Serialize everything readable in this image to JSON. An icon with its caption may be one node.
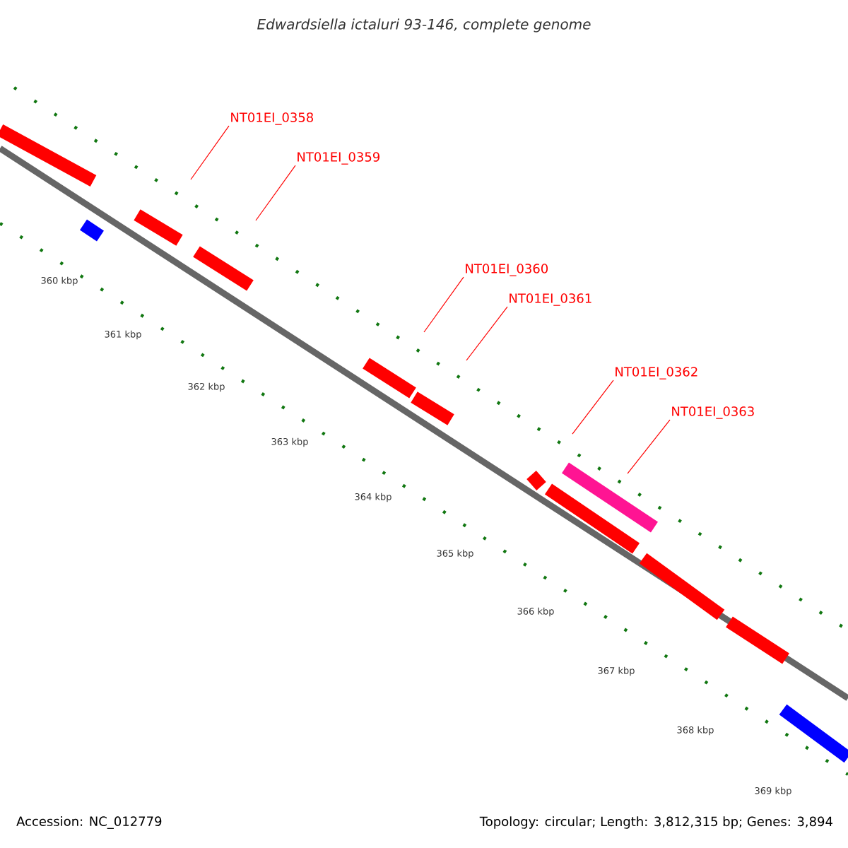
{
  "diagram": {
    "title": "Edwardsiella ictaluri 93-146, complete genome",
    "nodes": [
      {
        "text": [
          "NT01EI_0358"
        ]
      },
      {
        "text": [
          "NT01EI_0359"
        ]
      },
      {
        "text": [
          "NT01EI_0360"
        ]
      },
      {
        "text": [
          "NT01EI_0361"
        ]
      },
      {
        "text": [
          "NT01EI_0362"
        ]
      },
      {
        "text": [
          "NT01EI_0363"
        ]
      }
    ],
    "edges": [
      {
        "from": 0,
        "to": null,
        "arrow": "none"
      },
      {
        "from": 1,
        "to": null,
        "arrow": "none"
      },
      {
        "from": 2,
        "to": null,
        "arrow": "none"
      },
      {
        "from": 3,
        "to": null,
        "arrow": "none"
      },
      {
        "from": 4,
        "to": null,
        "arrow": "none"
      },
      {
        "from": 5,
        "to": null,
        "arrow": "none"
      }
    ],
    "labels": [
      "360 kbp",
      "361 kbp",
      "362 kbp",
      "363 kbp",
      "364 kbp",
      "365 kbp",
      "366 kbp",
      "367 kbp",
      "368 kbp",
      "369 kbp",
      "Accession: NC_012779",
      "Topology: circular; Length: 3,812,315 bp; Genes: 3,894"
    ]
  }
}
